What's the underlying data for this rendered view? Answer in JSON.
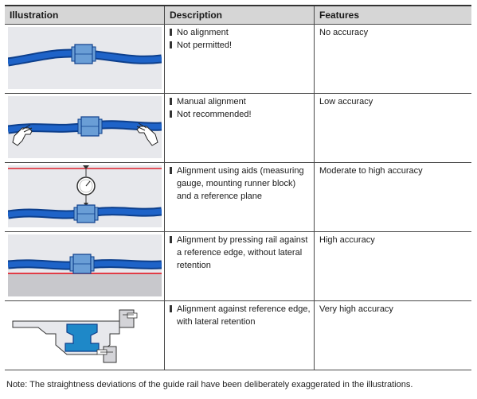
{
  "header": {
    "illustration": "Illustration",
    "description": "Description",
    "features": "Features"
  },
  "rows": [
    {
      "description": [
        "No alignment",
        "Not permitted!"
      ],
      "features": "No accuracy"
    },
    {
      "description": [
        "Manual alignment",
        "Not recommended!"
      ],
      "features": "Low accuracy"
    },
    {
      "description": [
        "Alignment using aids (measuring gauge, mounting runner block) and a reference plane"
      ],
      "features": "Moderate to high accuracy"
    },
    {
      "description": [
        "Alignment by pressing rail against a reference edge, without lateral retention"
      ],
      "features": "High accuracy"
    },
    {
      "description": [
        "Alignment against reference edge, with lateral retention"
      ],
      "features": "Very high accuracy"
    }
  ],
  "note": "Note: The straightness deviations of the guide rail have been deliberately exaggerated in the illustrations.",
  "colors": {
    "rail": "#1e63c8",
    "block": "#6a9ed6",
    "reference": "#e0232e",
    "panel": "#e7e8ec",
    "header": "#d6d6d6"
  }
}
